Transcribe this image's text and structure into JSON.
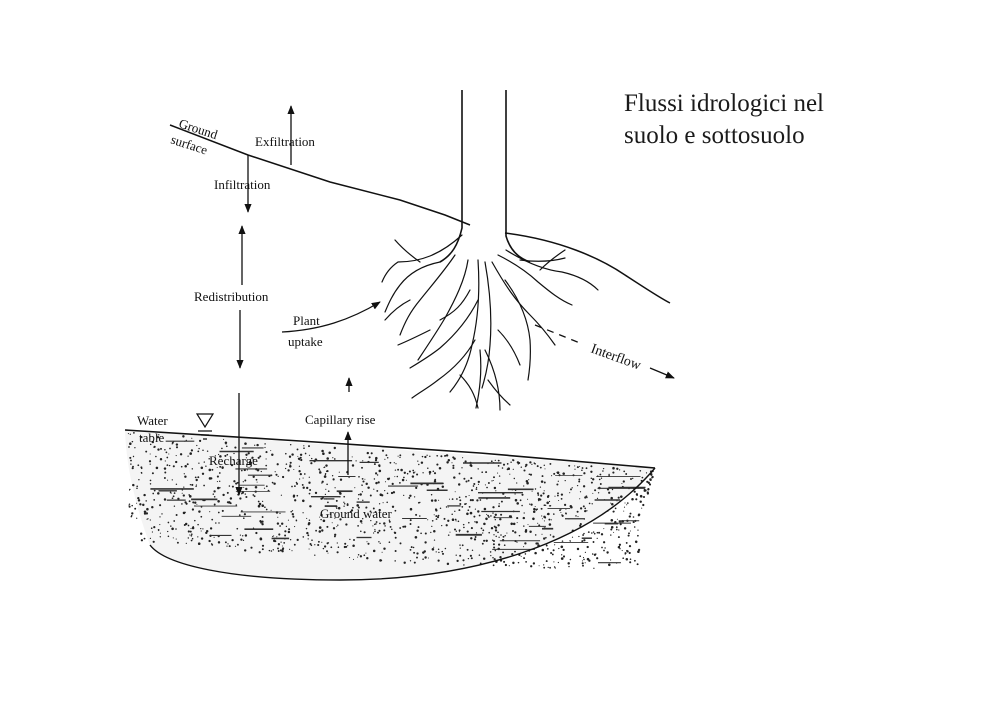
{
  "slide": {
    "title_line1": "Flussi idrologici nel",
    "title_line2": "suolo e sottosuolo"
  },
  "diagram": {
    "labels": {
      "ground": "Ground",
      "surface": "surface",
      "exfiltration": "Exfiltration",
      "infiltration": "Infiltration",
      "redistribution": "Redistribution",
      "plant": "Plant",
      "uptake": "uptake",
      "interflow": "Interflow",
      "water": "Water",
      "table": "table",
      "capillary_rise": "Capillary rise",
      "recharge": "Recharge",
      "ground_water": "Ground water"
    },
    "colors": {
      "ink": "#111111",
      "background": "#ffffff"
    }
  }
}
